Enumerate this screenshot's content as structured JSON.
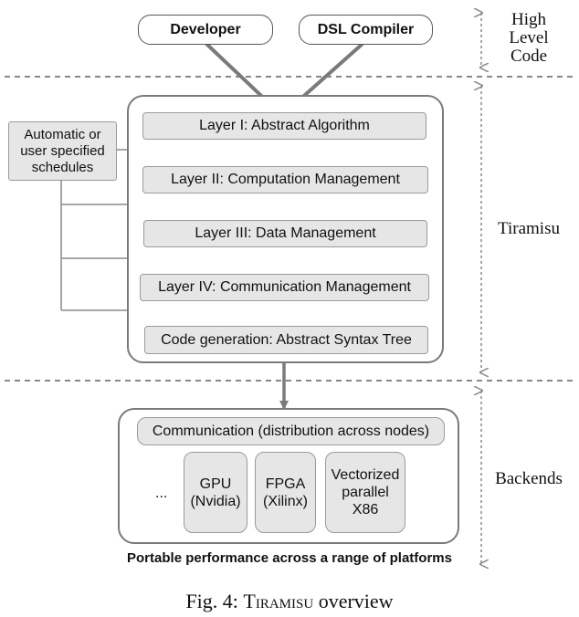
{
  "top": {
    "developer": "Developer",
    "dsl_compiler": "DSL Compiler"
  },
  "side_labels": {
    "high_level": [
      "High",
      "Level",
      "Code"
    ],
    "tiramisu": "Tiramisu",
    "backends": "Backends"
  },
  "schedules": [
    "Automatic or",
    "user specified",
    "schedules"
  ],
  "layers": [
    "Layer I: Abstract Algorithm",
    "Layer II: Computation Management",
    "Layer III: Data Management",
    "Layer IV: Communication Management",
    "Code generation: Abstract Syntax Tree"
  ],
  "backends": {
    "communication": "Communication (distribution across nodes)",
    "ellipsis": "...",
    "gpu": [
      "GPU",
      "(Nvidia)"
    ],
    "fpga": [
      "FPGA",
      "(Xilinx)"
    ],
    "x86": [
      "Vectorized",
      "parallel",
      "X86"
    ]
  },
  "tagline": "Portable performance across a range of platforms",
  "caption": {
    "prefix": "Fig. 4: ",
    "name": "Tiramisu",
    "suffix": " overview"
  },
  "colors": {
    "arrow": "#7a7a7a",
    "box_fill": "#e6e6e6",
    "dashed": "#888888"
  }
}
